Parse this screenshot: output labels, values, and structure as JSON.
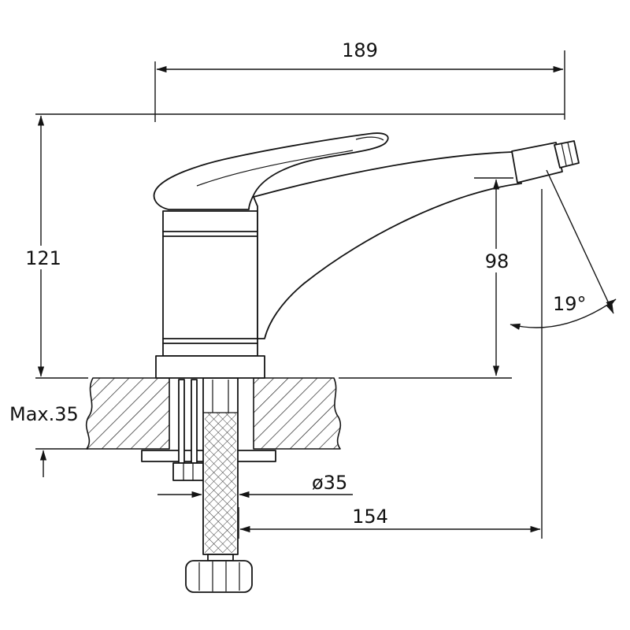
{
  "drawing": {
    "type": "faucet-installation-dimension-drawing",
    "colors": {
      "line": "#141414",
      "background": "#ffffff"
    }
  },
  "dimensions": {
    "top_width": "189",
    "left_height": "121",
    "right_height": "98",
    "spout_angle": "19°",
    "max_mount_thickness": "Max.35",
    "hole_diameter": "ø35",
    "bottom_reach": "154"
  }
}
